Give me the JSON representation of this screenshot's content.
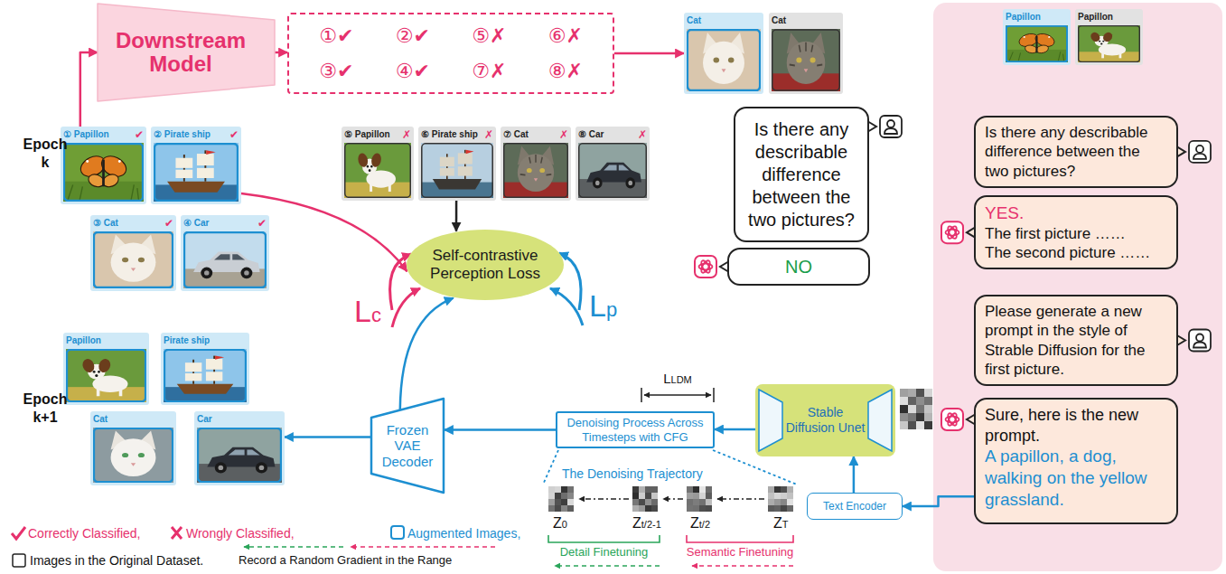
{
  "diagram": {
    "nodes": [
      {
        "text": [
          "Downstream Model"
        ]
      },
      {
        "text": [
          "①✔",
          "②✔",
          "⑤✗",
          "⑥✗",
          "③✔",
          "④✔",
          "⑦✗",
          "⑧✗"
        ]
      },
      {
        "text": [
          "Cat"
        ]
      },
      {
        "text": [
          "Cat"
        ]
      },
      {
        "text": [
          "① Papillon",
          "✔"
        ]
      },
      {
        "text": [
          "② Pirate ship",
          "✔"
        ]
      },
      {
        "text": [
          "⑤ Papillon",
          "✗"
        ]
      },
      {
        "text": [
          "⑥ Pirate ship",
          "✗"
        ]
      },
      {
        "text": [
          "⑦ Cat",
          "✗"
        ]
      },
      {
        "text": [
          "⑧ Car",
          "✗"
        ]
      },
      {
        "text": [
          "Is there any describable difference between the two pictures?"
        ]
      },
      {
        "text": [
          "③ Cat",
          "✔"
        ]
      },
      {
        "text": [
          "④ Car",
          "✔"
        ]
      },
      {
        "text": [
          "NO"
        ]
      },
      {
        "text": [
          "Self-contrastive Perception Loss"
        ]
      },
      {
        "text": [
          "Papillon"
        ]
      },
      {
        "text": [
          "Pirate ship"
        ]
      },
      {
        "text": [
          "Cat"
        ]
      },
      {
        "text": [
          "Car"
        ]
      },
      {
        "text": [
          "Frozen VAE Decoder"
        ]
      },
      {
        "text": [
          "Denoising Process Across Timesteps with CFG"
        ]
      },
      {
        "text": [
          "Stable Diffusion Unet"
        ]
      },
      {
        "text": [
          "Text Encoder"
        ]
      },
      {
        "text": [
          "Papillon"
        ]
      },
      {
        "text": [
          "Papillon"
        ]
      },
      {
        "text": [
          "Is there any describable difference between the two pictures?"
        ]
      },
      {
        "text": [
          "YES.",
          "The first picture ……",
          "The second picture ……"
        ]
      },
      {
        "text": [
          "Please generate a new prompt in the style of Strable Diffusion for the first picture."
        ]
      },
      {
        "text": [
          "Sure, here is the new prompt.",
          "A papillon, a dog, walking on the yellow grassland."
        ]
      }
    ],
    "edges": [
      {
        "from": 4,
        "to": 0,
        "arrow": "to"
      },
      {
        "from": 0,
        "to": 1,
        "arrow": "to"
      },
      {
        "from": 1,
        "to": 2,
        "arrow": "to"
      },
      {
        "from": 5,
        "to": 14,
        "arrow": "to"
      },
      {
        "from": 7,
        "to": 14,
        "arrow": "to"
      },
      {
        "from": 19,
        "to": 18,
        "arrow": "to"
      },
      {
        "from": 19,
        "to": 14,
        "arrow": "to"
      },
      {
        "from": 20,
        "to": 19,
        "arrow": "to"
      },
      {
        "from": 21,
        "to": 20,
        "arrow": "to"
      },
      {
        "from": 22,
        "to": 21,
        "arrow": "to"
      },
      {
        "from": 28,
        "to": 22,
        "arrow": "to"
      }
    ],
    "labels": [
      "Epoch k",
      "Lc",
      "Lp",
      "Epoch k+1",
      "LLDM",
      "The Denoising Trajectory",
      "Z0",
      "Zt/2-1",
      "Zt/2",
      "ZT",
      "Detail Finetuning",
      "Semantic Finetuning"
    ],
    "legend": [
      {
        "text": "Correctly Classified,"
      },
      {
        "text": "Wrongly Classified,"
      },
      {
        "text": "Augmented Images,"
      },
      {
        "text": "Images in the Original Dataset."
      },
      {
        "text": "Record a Random Gradient in the Range"
      }
    ]
  }
}
